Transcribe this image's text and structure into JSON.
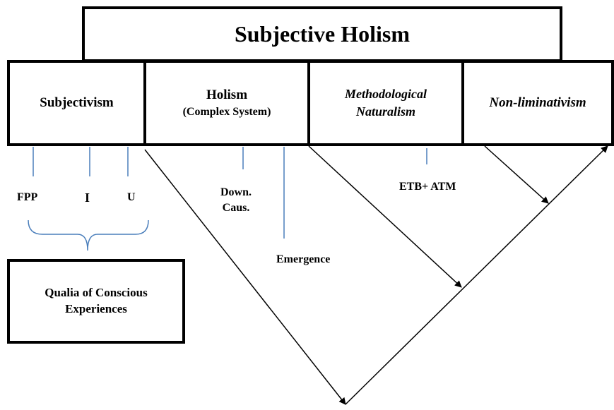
{
  "title": "Subjective Holism",
  "categories": {
    "subjectivism": "Subjectivism",
    "holism_line1": "Holism",
    "holism_line2": "(Complex System)",
    "naturalism_line1": "Methodological",
    "naturalism_line2": "Naturalism",
    "non_eliminativism": "Non-liminativism"
  },
  "labels": {
    "fpp": "FPP",
    "i": "I",
    "u": "U",
    "down_caus_line1": "Down.",
    "down_caus_line2": "Caus.",
    "emergence": "Emergence",
    "etb_atm": "ETB+ ATM"
  },
  "qualia": {
    "line1": "Qualia of Conscious",
    "line2": "Experiences"
  },
  "colors": {
    "connector_blue": "#4a7ebb",
    "box_border": "#000000",
    "arrow": "#000000"
  }
}
